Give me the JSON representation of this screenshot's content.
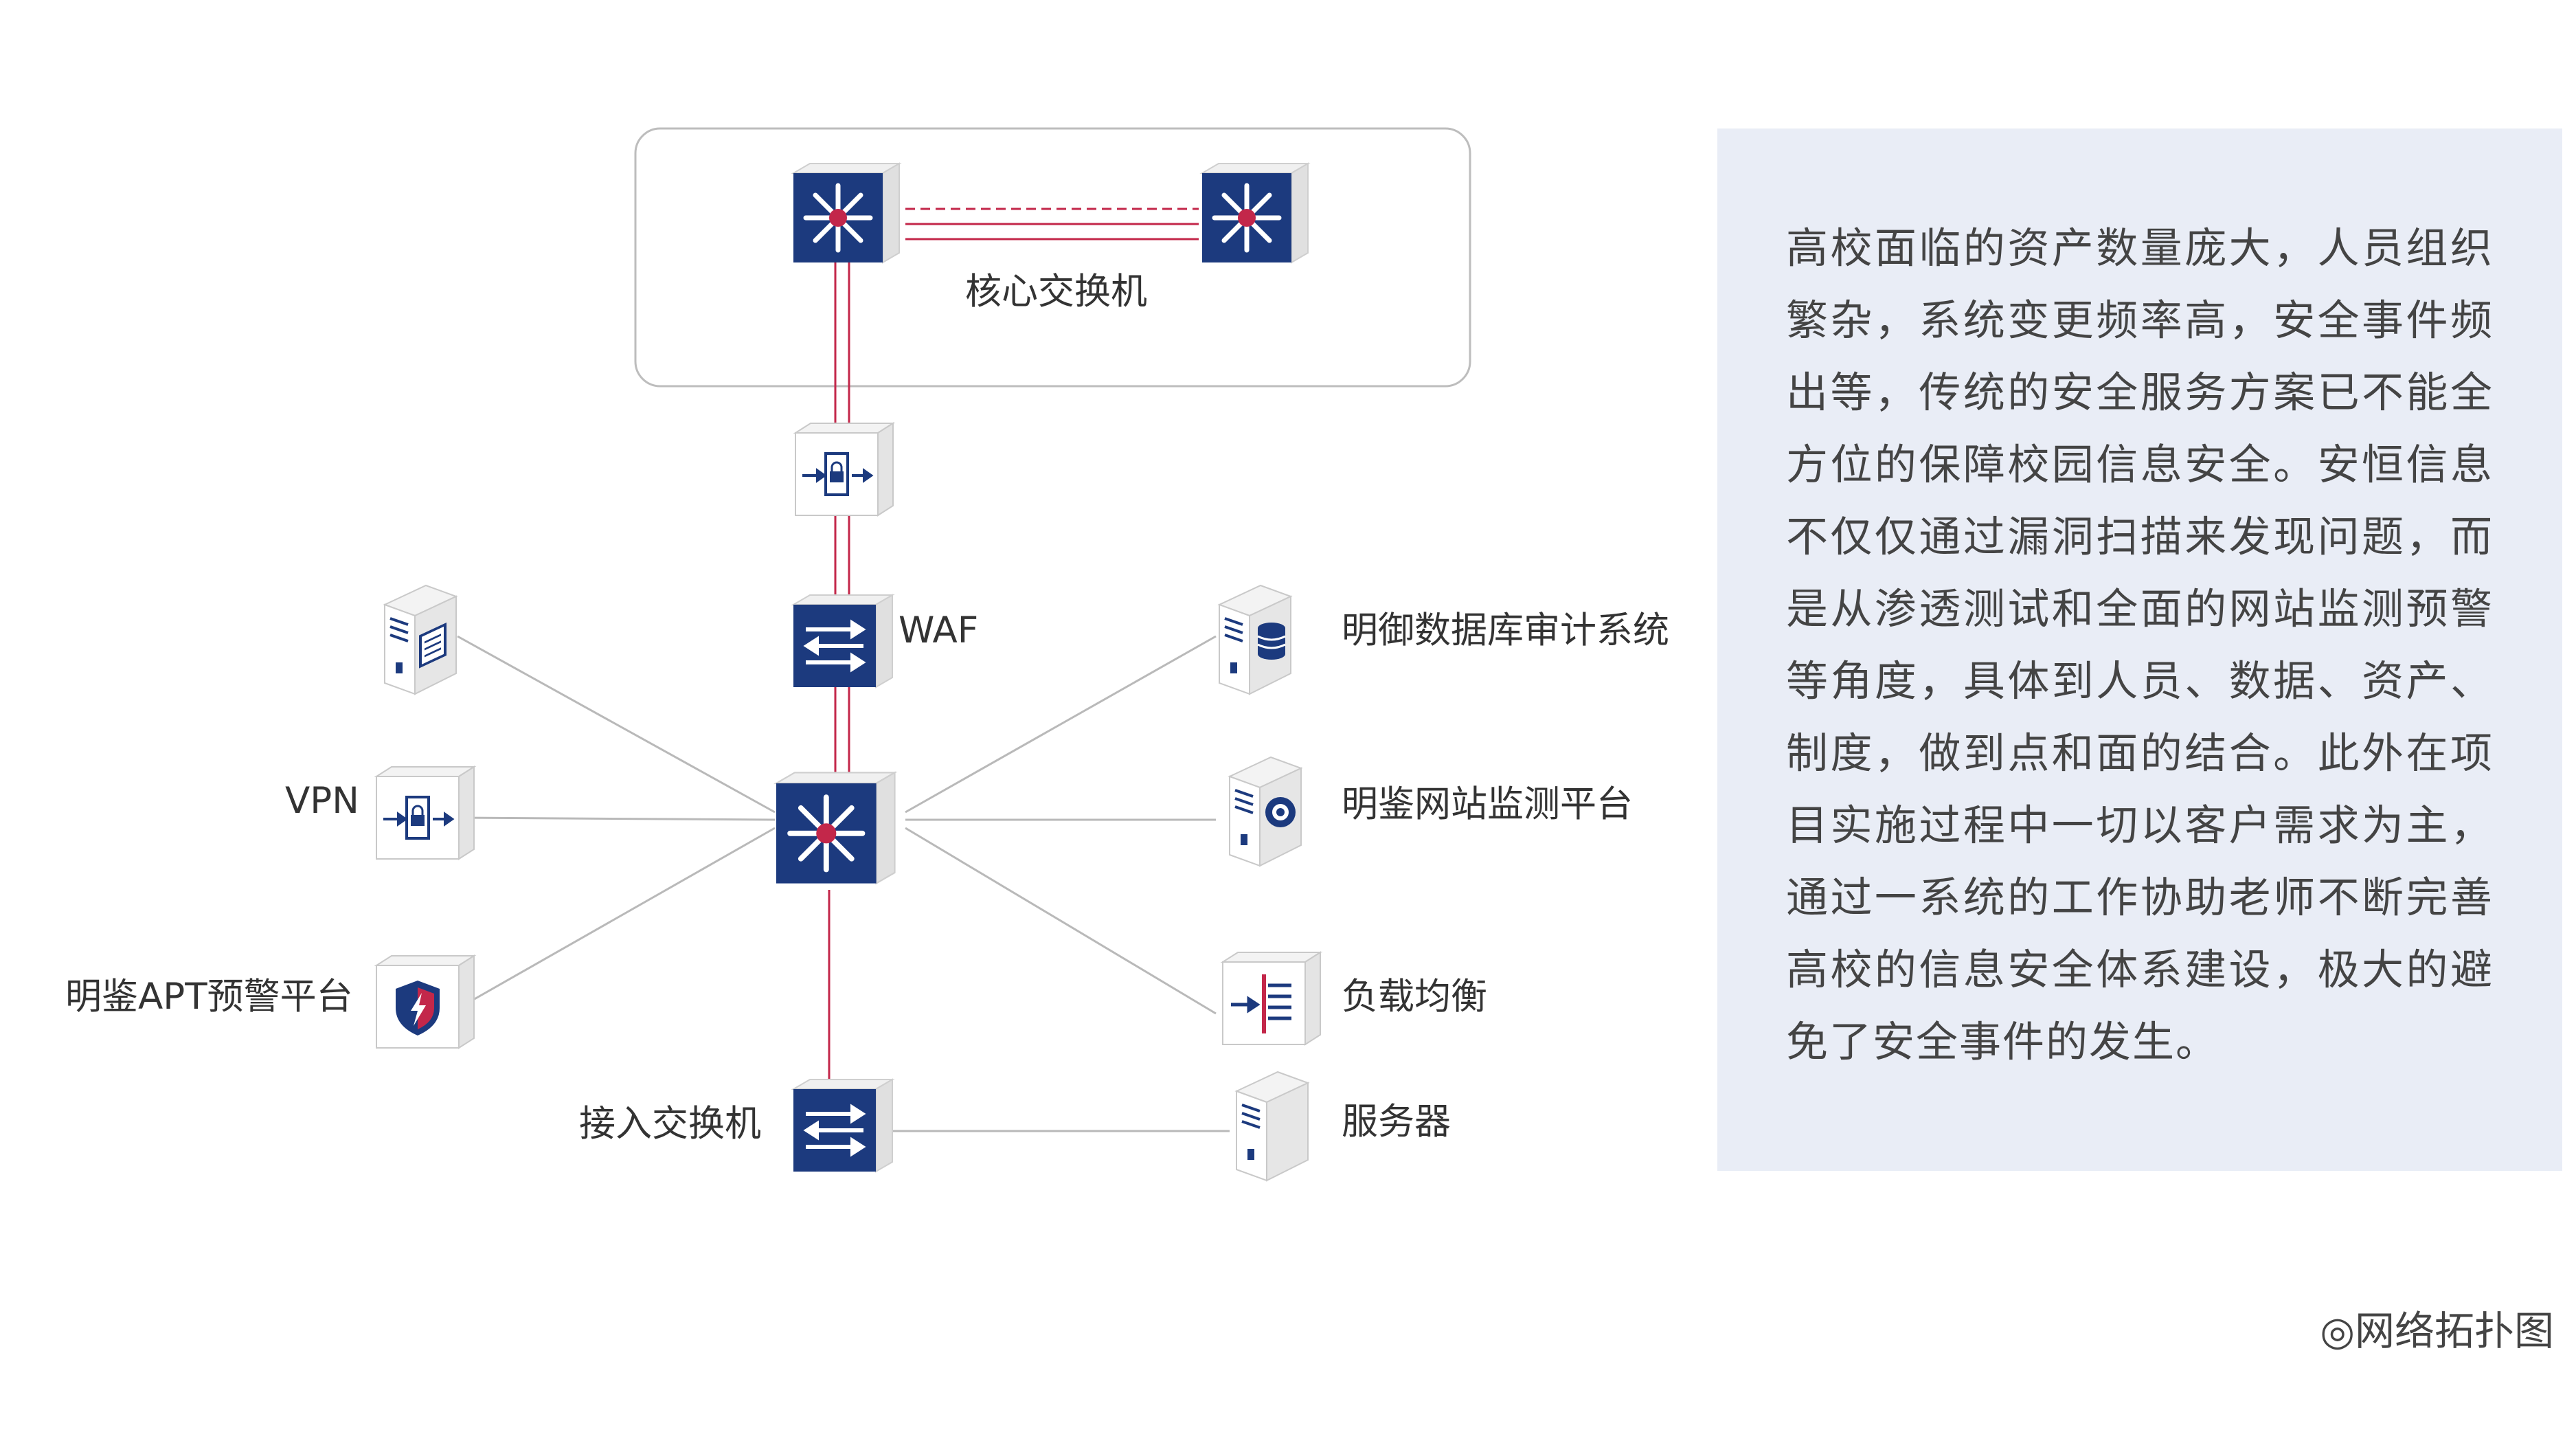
{
  "diagram": {
    "core_group_label": "核心交换机",
    "waf_label": "WAF",
    "vpn_label": "VPN",
    "apt_label": "明鉴APT预警平台",
    "access_switch_label": "接入交换机",
    "db_audit_label": "明御数据库审计系统",
    "web_monitor_label": "明鉴网站监测平台",
    "load_balancer_label": "负载均衡",
    "server_label": "服务器",
    "colors": {
      "navy": "#1c3a7e",
      "link_red": "#c3274a",
      "line_gray": "#b9b9b9",
      "box_gray": "#d8d8d8"
    }
  },
  "description": "高校面临的资产数量庞大，人员组织繁杂，系统变更频率高，安全事件频出等，传统的安全服务方案已不能全方位的保障校园信息安全。安恒信息不仅仅通过漏洞扫描来发现问题，而是从渗透测试和全面的网站监测预警等角度，具体到人员、数据、资产、制度，做到点和面的结合。此外在项目实施过程中一切以客户需求为主，通过一系统的工作协助老师不断完善高校的信息安全体系建设，极大的避免了安全事件的发生。",
  "caption": "◎网络拓扑图"
}
